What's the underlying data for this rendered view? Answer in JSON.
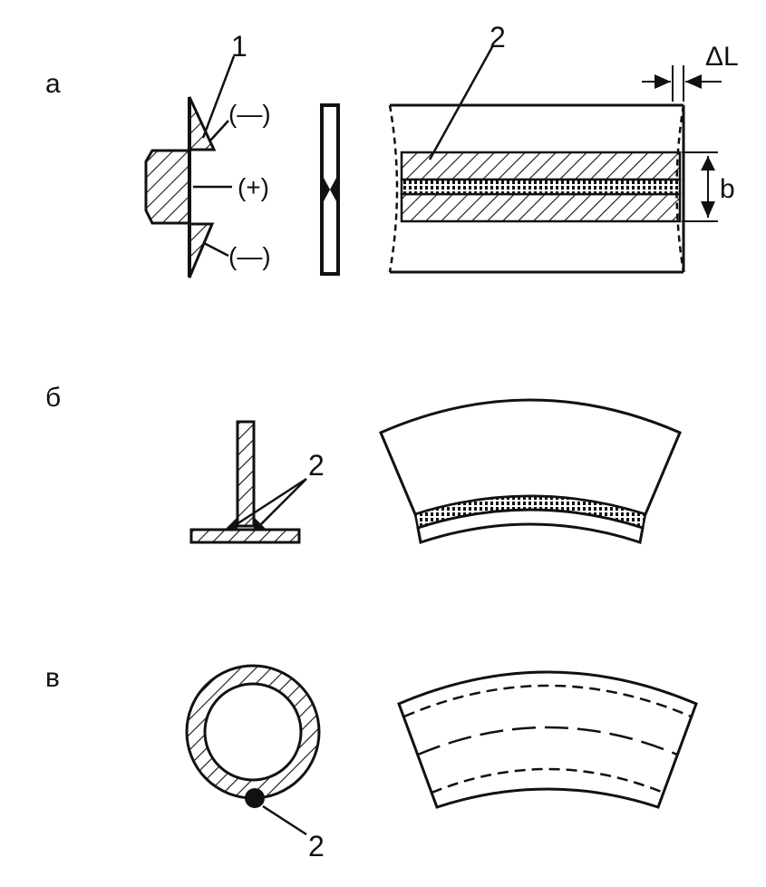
{
  "diagram": {
    "panels": {
      "a": {
        "label": "а"
      },
      "b": {
        "label": "б"
      },
      "c": {
        "label": "в"
      }
    },
    "callouts": {
      "part_1": "1",
      "weld_2_a": "2",
      "weld_2_b": "2",
      "weld_2_c": "2"
    },
    "residual_stress_signs": {
      "top": "(—)",
      "middle": "(+)",
      "bottom": "(—)"
    },
    "dimensions": {
      "shrinkage": "ΔL",
      "width": "b"
    },
    "colors": {
      "ink": "#111111",
      "background": "#ffffff"
    }
  }
}
